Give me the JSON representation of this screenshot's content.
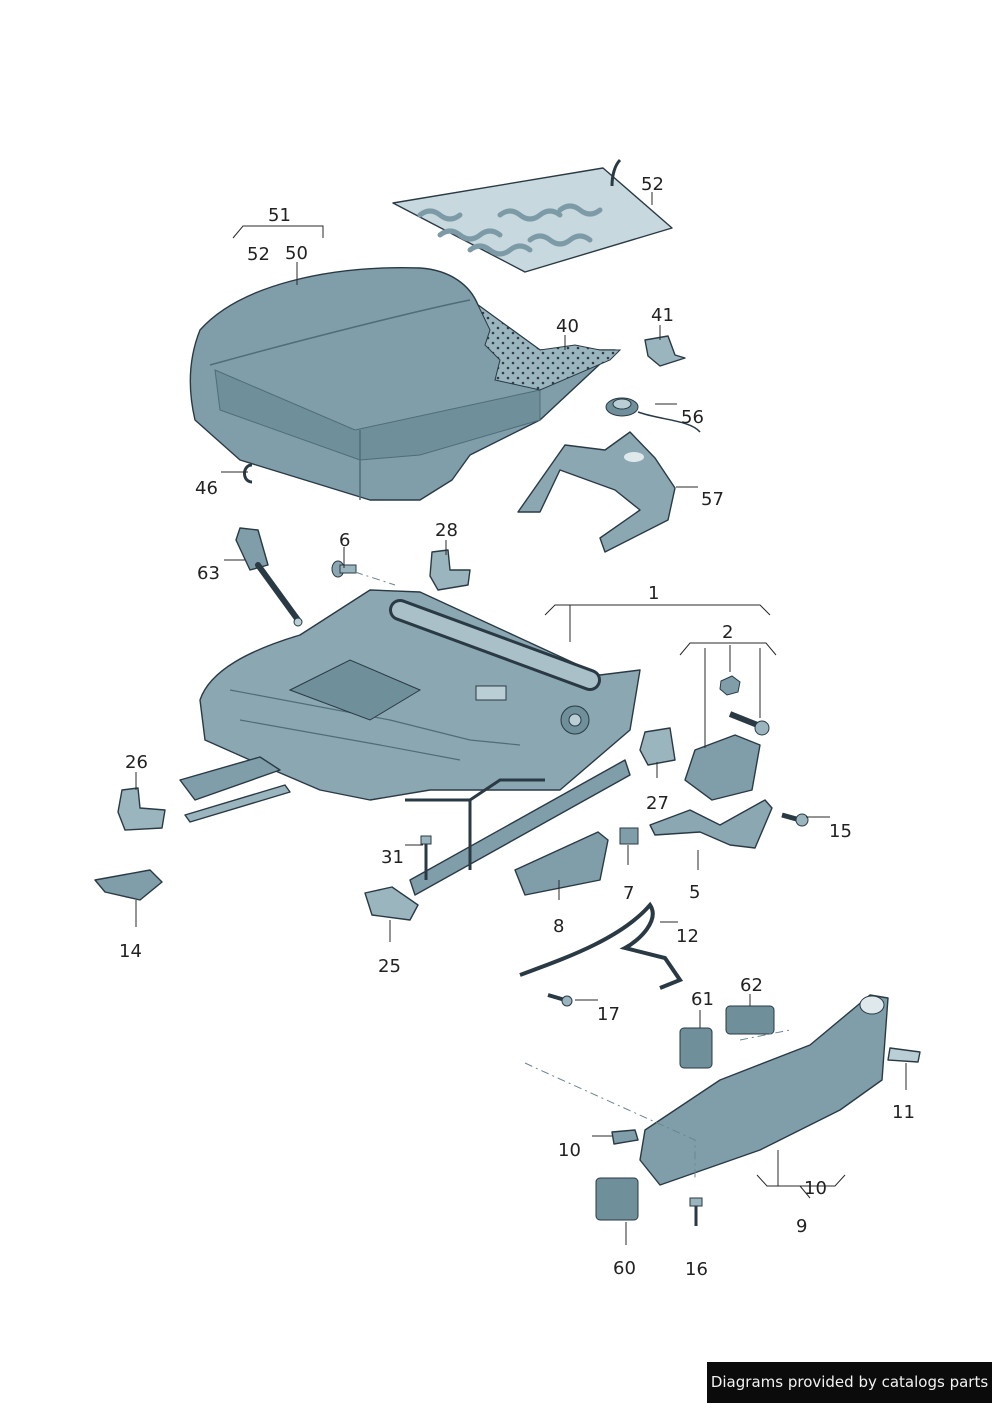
{
  "callouts": {
    "c52a": "52",
    "c51": "51",
    "c52b": "52",
    "c50": "50",
    "c40": "40",
    "c41": "41",
    "c56": "56",
    "c57": "57",
    "c46": "46",
    "c6": "6",
    "c28": "28",
    "c63": "63",
    "c1": "1",
    "c2": "2",
    "c26": "26",
    "c27": "27",
    "c15": "15",
    "c31": "31",
    "c7": "7",
    "c5": "5",
    "c14": "14",
    "c8": "8",
    "c12": "12",
    "c25": "25",
    "c17": "17",
    "c61": "61",
    "c62": "62",
    "c11": "11",
    "c10a": "10",
    "c10b": "10",
    "c9": "9",
    "c60": "60",
    "c16": "16"
  },
  "footer_text": "Diagrams provided by catalogs parts",
  "colors": {
    "part_fill": "#8aa7b2",
    "part_dark": "#5d7c88",
    "part_light": "#b9ced5",
    "line": "#2a3a44"
  }
}
